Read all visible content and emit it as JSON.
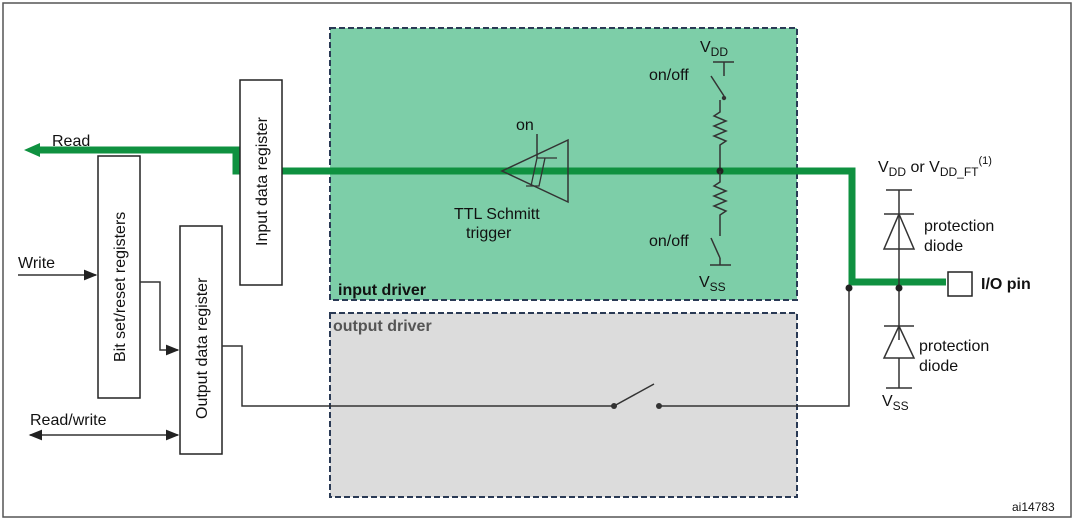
{
  "labels": {
    "read": "Read",
    "write": "Write",
    "read_write": "Read/write",
    "bit_set_reset": "Bit set/reset registers",
    "input_data_register": "Input data register",
    "output_data_register": "Output data register",
    "input_driver": "input driver",
    "output_driver": "output driver",
    "schmitt_on": "on",
    "schmitt_line1": "TTL Schmitt",
    "schmitt_line2": "trigger",
    "onoff_top": "on/off",
    "onoff_bottom": "on/off",
    "vdd_v": "V",
    "vdd_sub": "DD",
    "vss_v": "V",
    "vss_sub": "SS",
    "vdd_ft_v1": "V",
    "vdd_ft_sub1": "DD",
    "vdd_ft_or": " or V",
    "vdd_ft_sub2": "DD_FT",
    "vdd_ft_sup": "(1)",
    "vss_right_v": "V",
    "vss_right_sub": "SS",
    "prot_top_1": "protection",
    "prot_top_2": "diode",
    "prot_bot_1": "protection",
    "prot_bot_2": "diode",
    "io_pin": "I/O pin",
    "figure_id": "ai14783"
  },
  "colors": {
    "input_driver_fill": "#7dcea8",
    "output_driver_fill": "#dcdcdc",
    "signal_path": "#0f9140",
    "frame": "#333333"
  }
}
